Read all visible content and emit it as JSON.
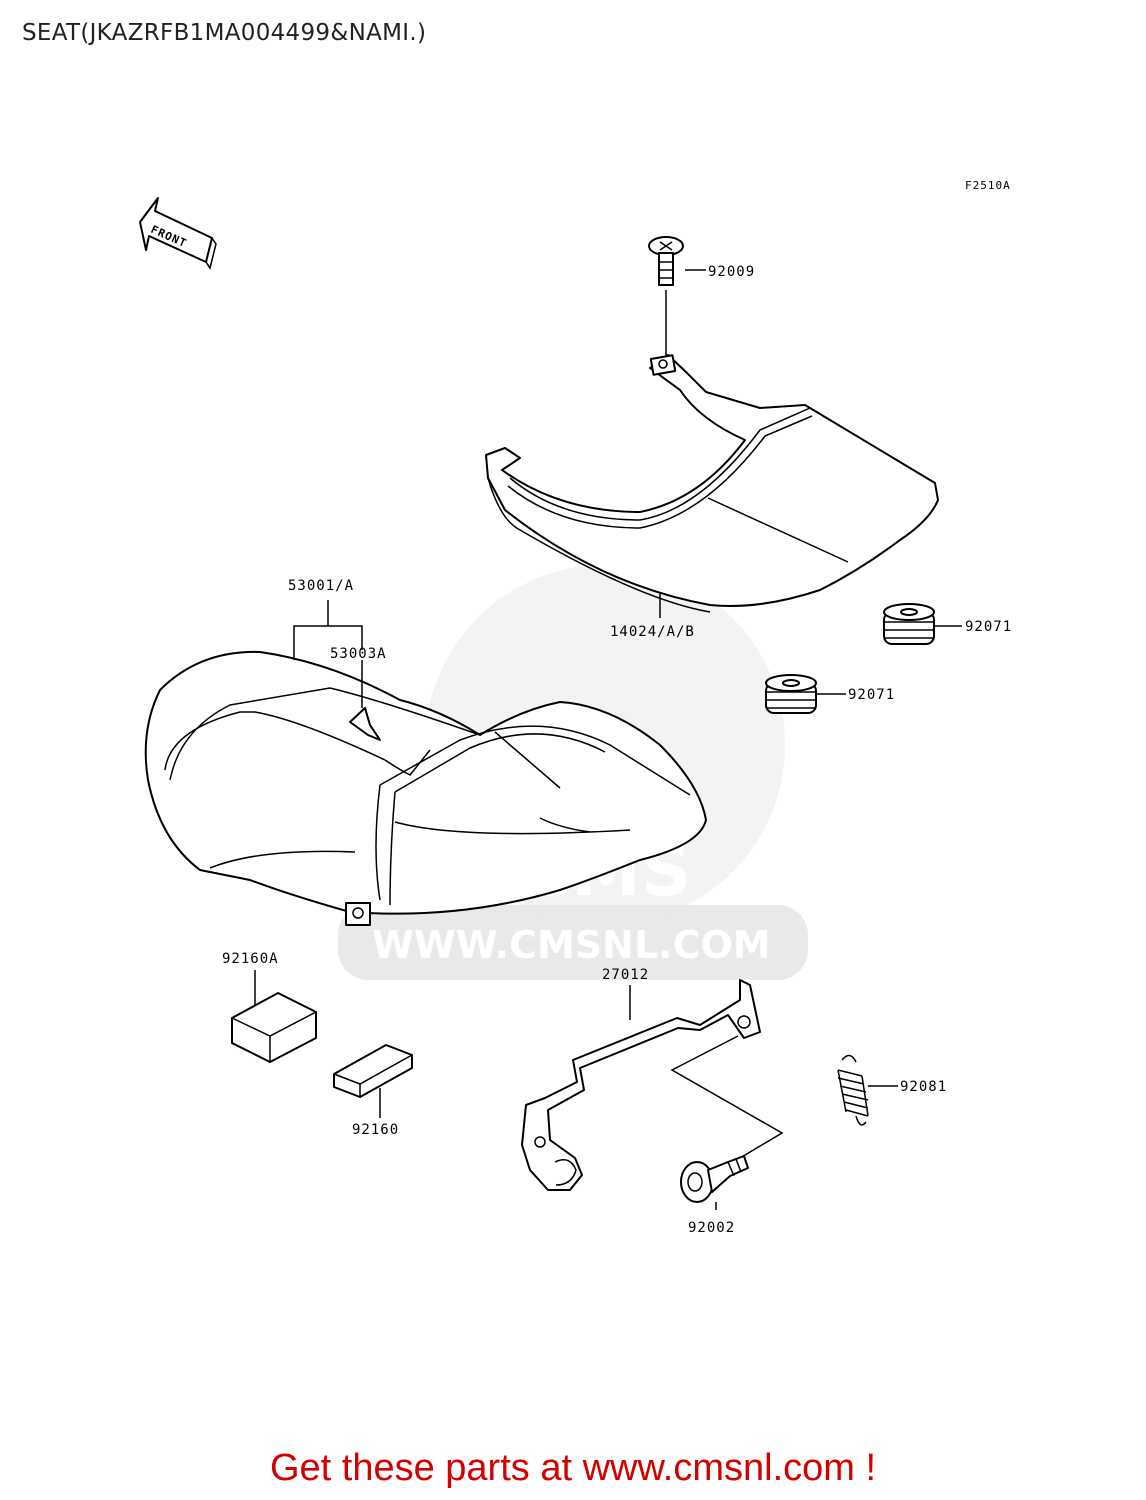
{
  "title": "SEAT(JKAZRFB1MA004499&NAMI.)",
  "diagram_code": "F2510A",
  "front_arrow_label": "FRONT",
  "watermark": {
    "logo_text": "CMS",
    "url_text": "WWW.CMSNL.COM"
  },
  "parts": [
    {
      "id": "92009",
      "label": "92009"
    },
    {
      "id": "14024",
      "label": "14024/A/B"
    },
    {
      "id": "92071-a",
      "label": "92071"
    },
    {
      "id": "92071-b",
      "label": "92071"
    },
    {
      "id": "53001",
      "label": "53001/A"
    },
    {
      "id": "53003",
      "label": "53003A"
    },
    {
      "id": "92160A",
      "label": "92160A"
    },
    {
      "id": "92160",
      "label": "92160"
    },
    {
      "id": "27012",
      "label": "27012"
    },
    {
      "id": "92081",
      "label": "92081"
    },
    {
      "id": "92002",
      "label": "92002"
    }
  ],
  "footer_text": "Get these parts at www.cmsnl.com !",
  "colors": {
    "footer": "#d40000",
    "line": "#000000",
    "watermark": "#e9e9e9"
  }
}
